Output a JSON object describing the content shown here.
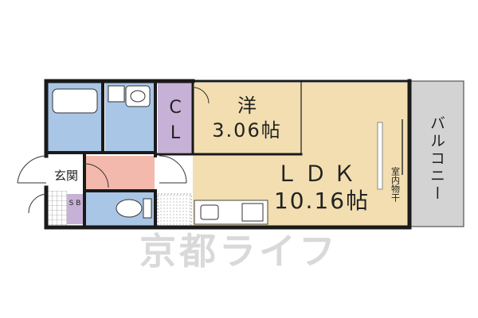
{
  "rooms": {
    "western": {
      "kanji": "洋",
      "size": "3.06帖"
    },
    "closet": {
      "line1": "C",
      "line2": "L"
    },
    "ldk": {
      "title": "ＬＤＫ",
      "size": "10.16帖"
    },
    "entrance": {
      "label": "玄関"
    },
    "shoe_box": {
      "label": "S B"
    },
    "indoor_drying": {
      "label": "室内物干"
    },
    "balcony": {
      "label": "バルコニー"
    }
  },
  "watermark": {
    "text": "京都ライフ"
  },
  "colors": {
    "wall": "#1a1a1a",
    "living": "#f2deb0",
    "closet": "#c7b1d6",
    "wet_area": "#a9c6e6",
    "corridor": "#f3b9ad",
    "balcony": "#d3d3d3",
    "watermark": "#d9d9d9"
  }
}
